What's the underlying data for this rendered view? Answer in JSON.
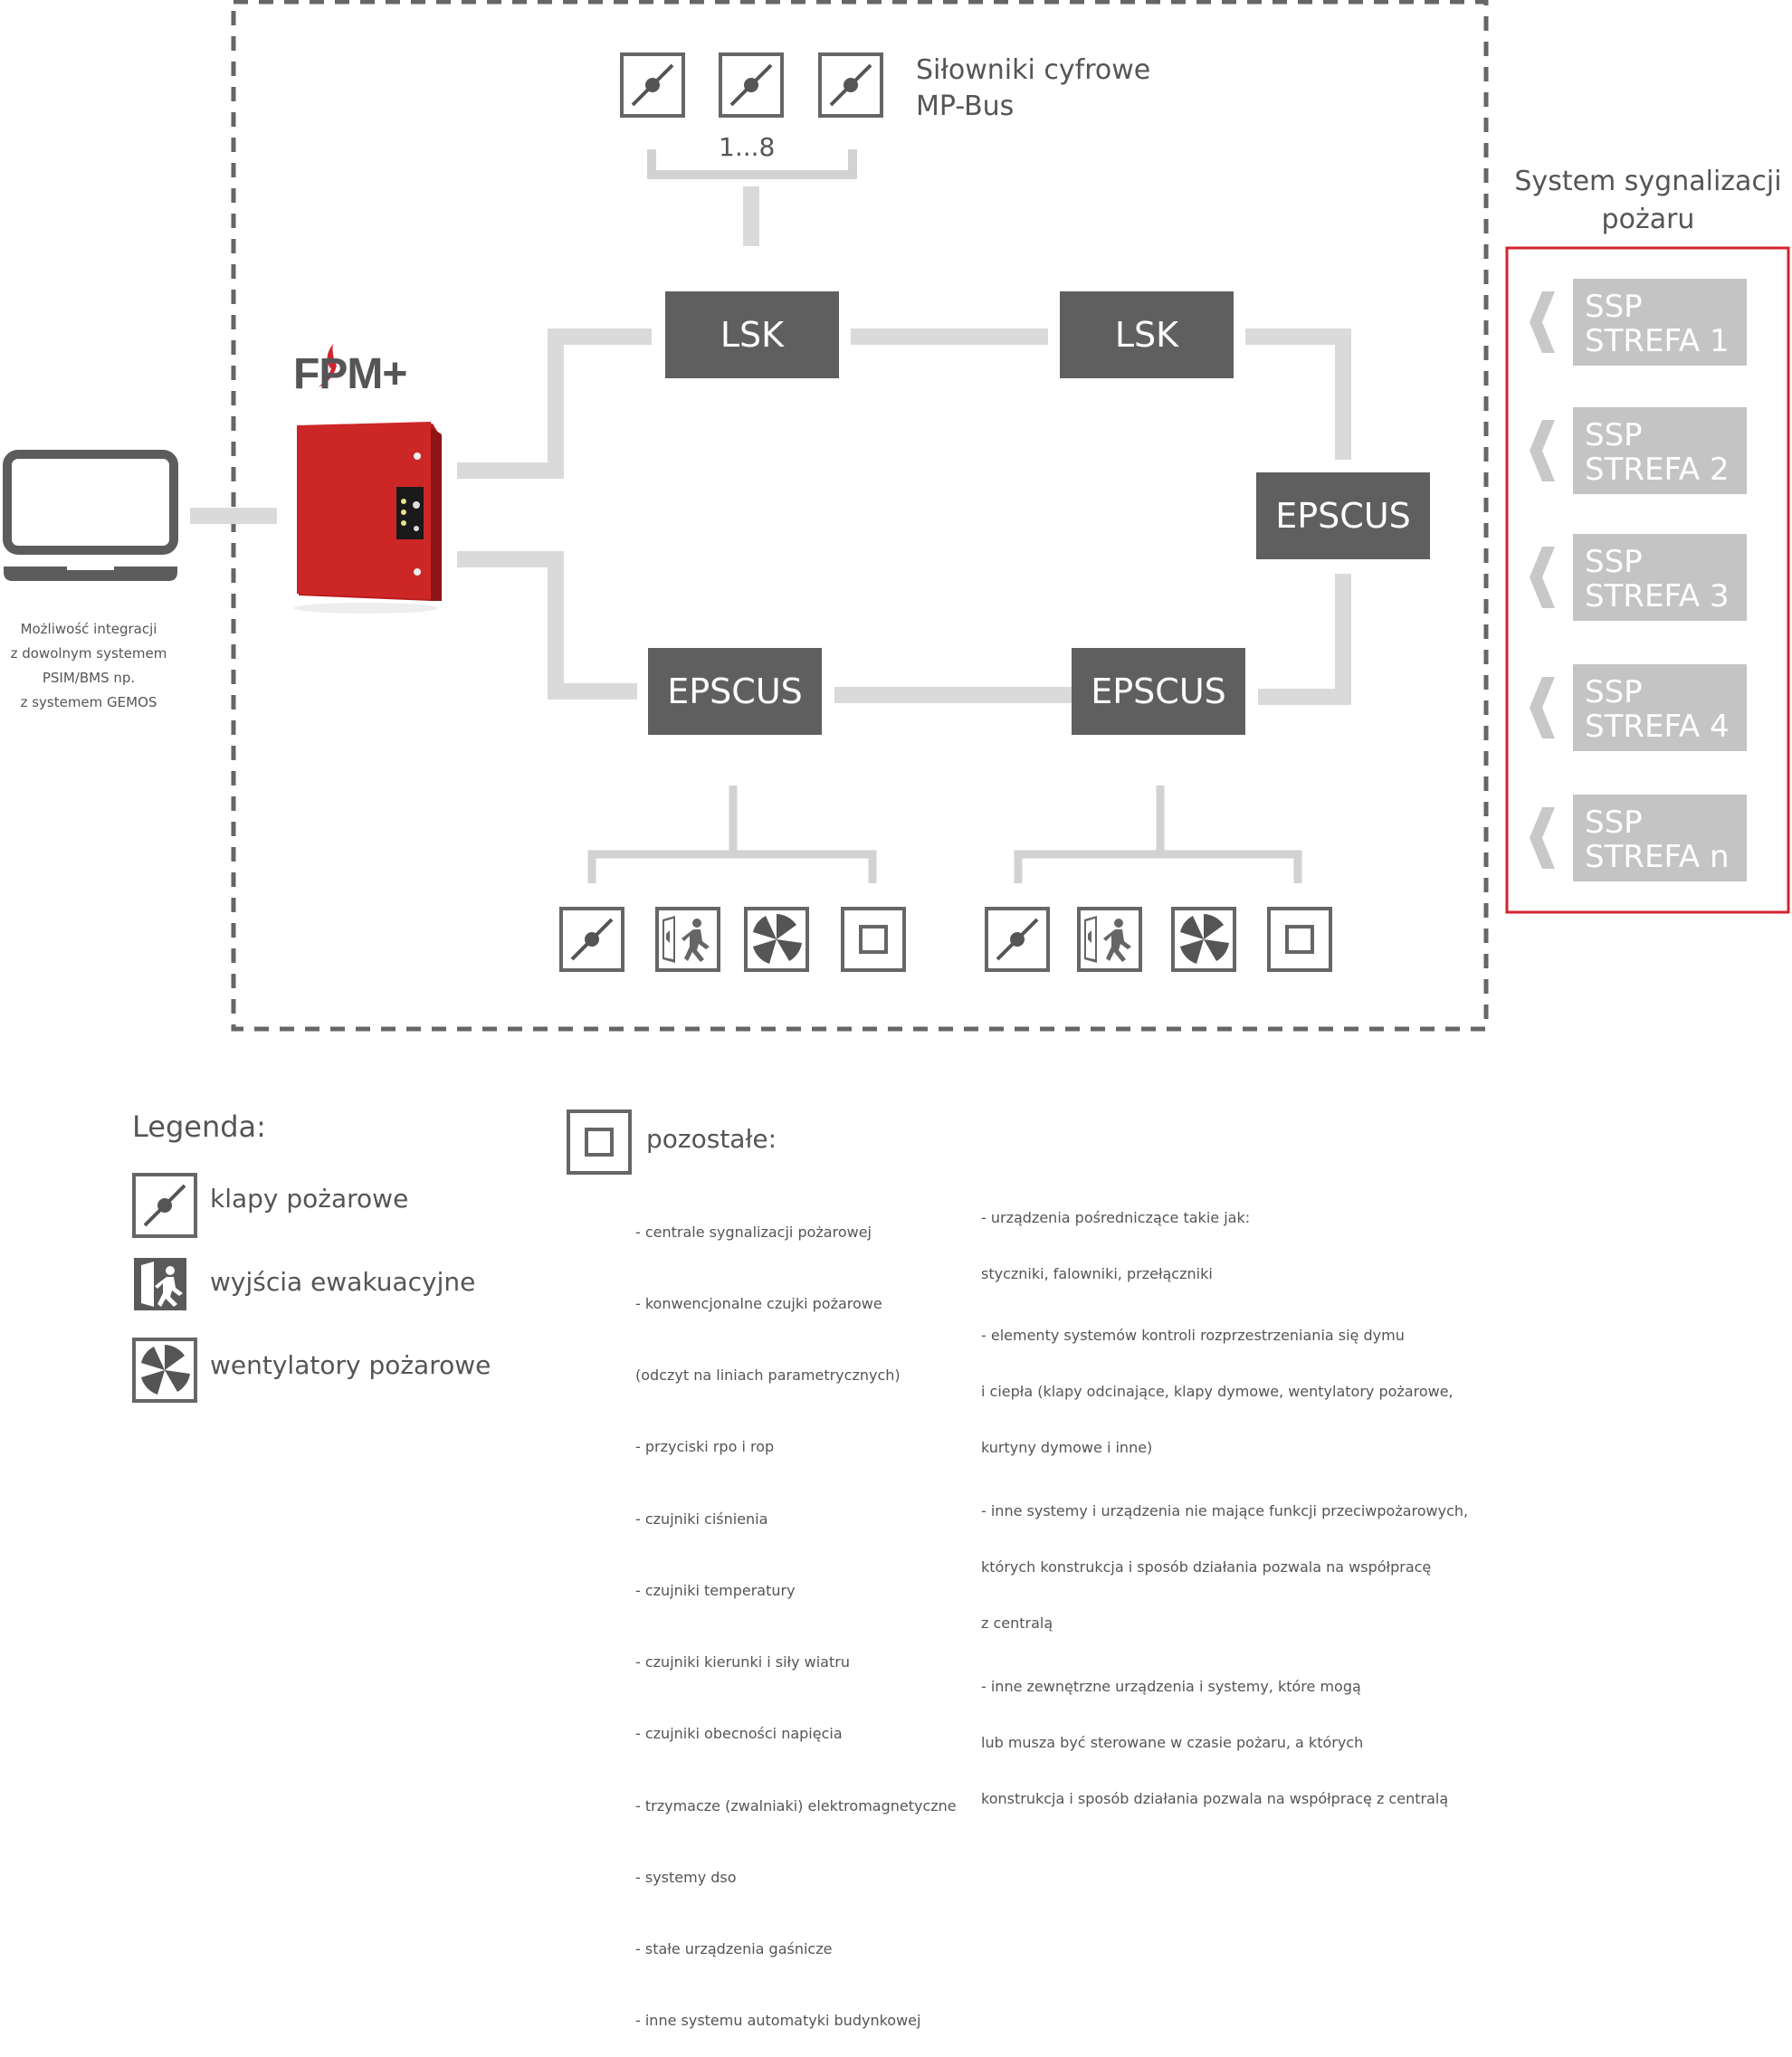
{
  "actuators": {
    "title_line1": "Siłowniki cyfrowe",
    "title_line2": "MP-Bus",
    "count_label": "1...8"
  },
  "controller": {
    "logo": "FPM+"
  },
  "pc_caption": {
    "line1": "Możliwość integracji",
    "line2": "z dowolnym systemem",
    "line3": "PSIM/BMS np.",
    "line4": "z systemem GEMOS"
  },
  "nodes": {
    "lsk_left": "LSK",
    "lsk_right": "LSK",
    "epscus_right": "EPSCUS",
    "epscus_bottom_left": "EPSCUS",
    "epscus_bottom_right": "EPSCUS"
  },
  "fire_system": {
    "title_line1": "System sygnalizacji",
    "title_line2": "pożaru",
    "zones": [
      {
        "line1": "SSP",
        "line2": "STREFA 1"
      },
      {
        "line1": "SSP",
        "line2": "STREFA 2"
      },
      {
        "line1": "SSP",
        "line2": "STREFA 3"
      },
      {
        "line1": "SSP",
        "line2": "STREFA 4"
      },
      {
        "line1": "SSP",
        "line2": "STREFA n"
      }
    ],
    "accent_color": "#d42330"
  },
  "legend": {
    "title": "Legenda:",
    "dampers": "klapy pożarowe",
    "exits": "wyjścia ewakuacyjne",
    "fans": "wentylatory pożarowe",
    "other_title": "pozostałe:",
    "other_left": [
      "- centrale sygnalizacji pożarowej",
      "- konwencjonalne czujki pożarowe",
      "  (odczyt na liniach parametrycznych)",
      "- przyciski rpo i rop",
      "- czujniki ciśnienia",
      "- czujniki temperatury",
      "- czujniki kierunki i siły wiatru",
      "- czujniki obecności napięcia",
      "- trzymacze (zwalniaki) elektromagnetyczne",
      "- systemy dso",
      "- stałe urządzenia gaśnicze",
      "- inne systemu automatyki budynkowej"
    ],
    "other_right": [
      "- urządzenia pośredniczące takie jak:",
      "  styczniki, falowniki, przełączniki",
      "- elementy systemów kontroli rozprzestrzeniania się dymu",
      "  i ciepła (klapy odcinające, klapy dymowe, wentylatory pożarowe,",
      "  kurtyny dymowe i inne)",
      "- inne systemy i urządzenia nie mające funkcji przeciwpożarowych,",
      "  których konstrukcja i sposób działania pozwala na współpracę",
      "  z centralą",
      "- inne zewnętrzne urządzenia i systemy, które mogą",
      "  lub musza być sterowane w czasie pożaru, a których",
      "  konstrukcja i sposób działania pozwala na współpracę z centralą"
    ]
  },
  "colors": {
    "node_gray": "#5f5f5f",
    "zone_gray": "#c4c4c4",
    "line_gray": "#d9d9d9",
    "controller_red": "#c0201f"
  }
}
